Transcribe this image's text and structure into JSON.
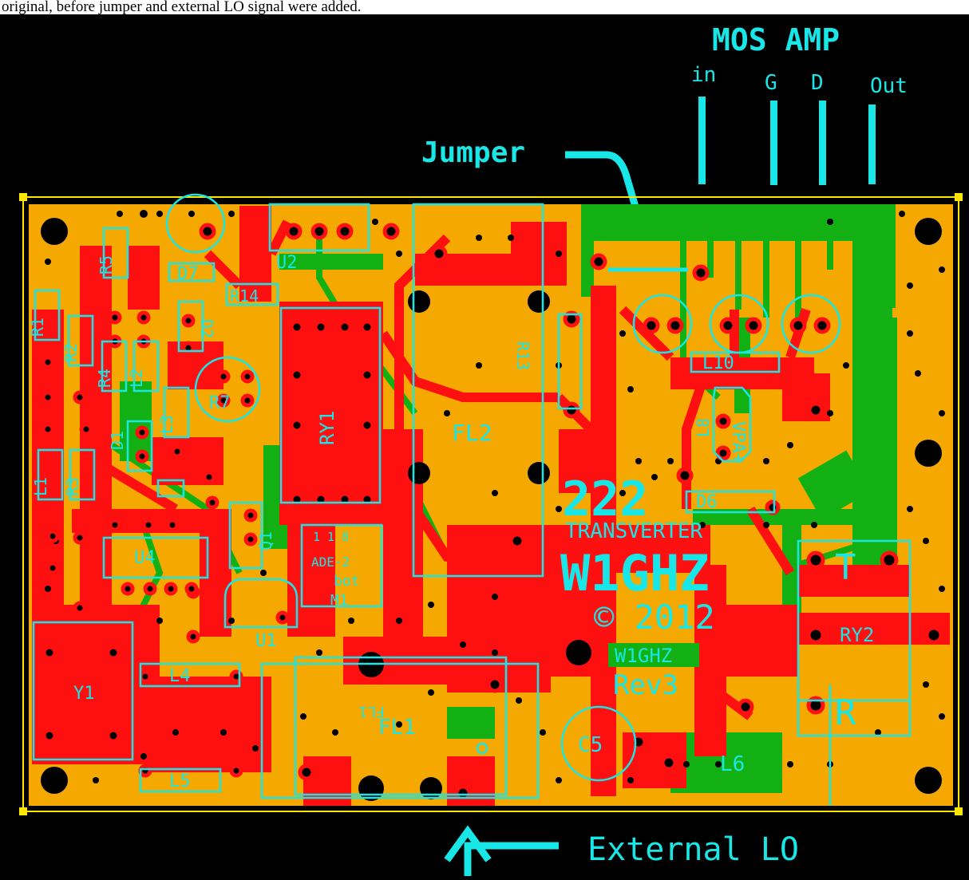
{
  "caption": "original, before jumper and external LO signal were added.",
  "colors": {
    "background": "#000000",
    "board": "#F5A900",
    "top_copper": "#FF1010",
    "bottom_copper": "#12B012",
    "silkscreen": "#19E6E6",
    "outline": "#FFE600"
  },
  "annotations": {
    "mos_amp": "MOS AMP",
    "pin_in": "in",
    "pin_g": "G",
    "pin_d": "D",
    "pin_out": "Out",
    "jumper": "Jumper",
    "external_lo": "External LO"
  },
  "board_text": {
    "freq": "222",
    "transverter": "TRANSVERTER",
    "callsign": "W1GHZ",
    "copyright": "© 2012",
    "badge": "W1GHZ",
    "rev": "Rev3",
    "t_label": "T",
    "r_label": "R"
  },
  "components": {
    "R5": "R5",
    "D7": "D7",
    "U2": "U2",
    "R14": "R14",
    "R1": "R1",
    "R2": "R2",
    "D2": "D2",
    "R4": "R4",
    "L2": "L2",
    "R7": "R7",
    "L3": "L3",
    "RY1": "RY1",
    "D1": "D1",
    "L1": "L1",
    "R3": "R3",
    "R13": "R13",
    "FL2": "FL2",
    "L10": "L10",
    "L8": "L8",
    "VPA": "VPA+",
    "D6": "D6",
    "U4": "U4",
    "Q1": "Q1",
    "M1_1": "1 1 8",
    "M1_2": "ADE-2",
    "M1_3": "bot",
    "M1_4": "M1",
    "U1": "U1",
    "Y1": "Y1",
    "L4": "L4",
    "FL1": "FL1",
    "FL1_mirror": "FL1",
    "L5": "L5",
    "C5": "C5",
    "L6": "L6",
    "RY2": "RY2"
  }
}
